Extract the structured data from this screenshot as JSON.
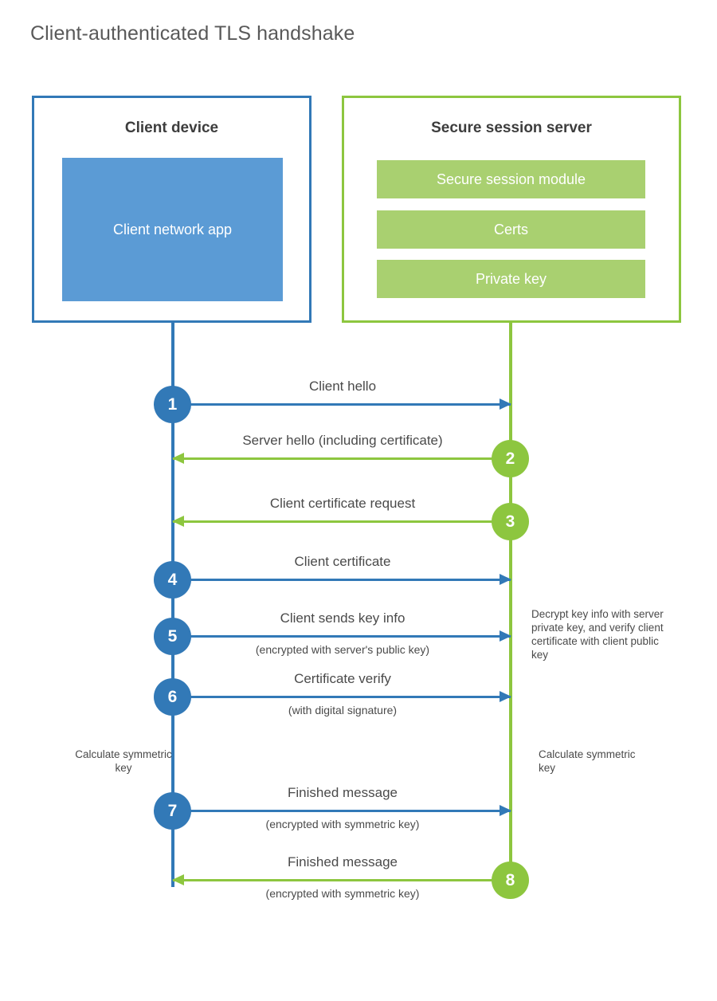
{
  "title": "Client-authenticated TLS handshake",
  "colors": {
    "client_blue": "#3279b7",
    "client_app_fill": "#5b9bd5",
    "server_green": "#8dc63f",
    "server_bar_fill": "#a9d070",
    "text": "#4a4a4a"
  },
  "actors": {
    "client": {
      "title": "Client device",
      "app_label": "Client network app"
    },
    "server": {
      "title": "Secure session server",
      "components": [
        "Secure session module",
        "Certs",
        "Private key"
      ]
    }
  },
  "messages": [
    {
      "step": "1",
      "label": "Client hello",
      "sublabel": "",
      "direction": "client-to-server",
      "origin": "client"
    },
    {
      "step": "2",
      "label": "Server hello (including certificate)",
      "sublabel": "",
      "direction": "server-to-client",
      "origin": "server"
    },
    {
      "step": "3",
      "label": "Client certificate request",
      "sublabel": "",
      "direction": "server-to-client",
      "origin": "server"
    },
    {
      "step": "4",
      "label": "Client certificate",
      "sublabel": "",
      "direction": "client-to-server",
      "origin": "client"
    },
    {
      "step": "5",
      "label": "Client sends key info",
      "sublabel": "(encrypted with server's public key)",
      "direction": "client-to-server",
      "origin": "client"
    },
    {
      "step": "6",
      "label": "Certificate verify",
      "sublabel": "(with digital signature)",
      "direction": "client-to-server",
      "origin": "client"
    },
    {
      "step": "7",
      "label": "Finished message",
      "sublabel": "(encrypted with symmetric key)",
      "direction": "client-to-server",
      "origin": "client"
    },
    {
      "step": "8",
      "label": "Finished message",
      "sublabel": "(encrypted with symmetric key)",
      "direction": "server-to-client",
      "origin": "server"
    }
  ],
  "notes": {
    "server_decrypt": "Decrypt key info with server private key, and verify client certificate with client public key",
    "client_calculate": "Calculate symmetric key",
    "server_calculate": "Calculate symmetric key"
  }
}
